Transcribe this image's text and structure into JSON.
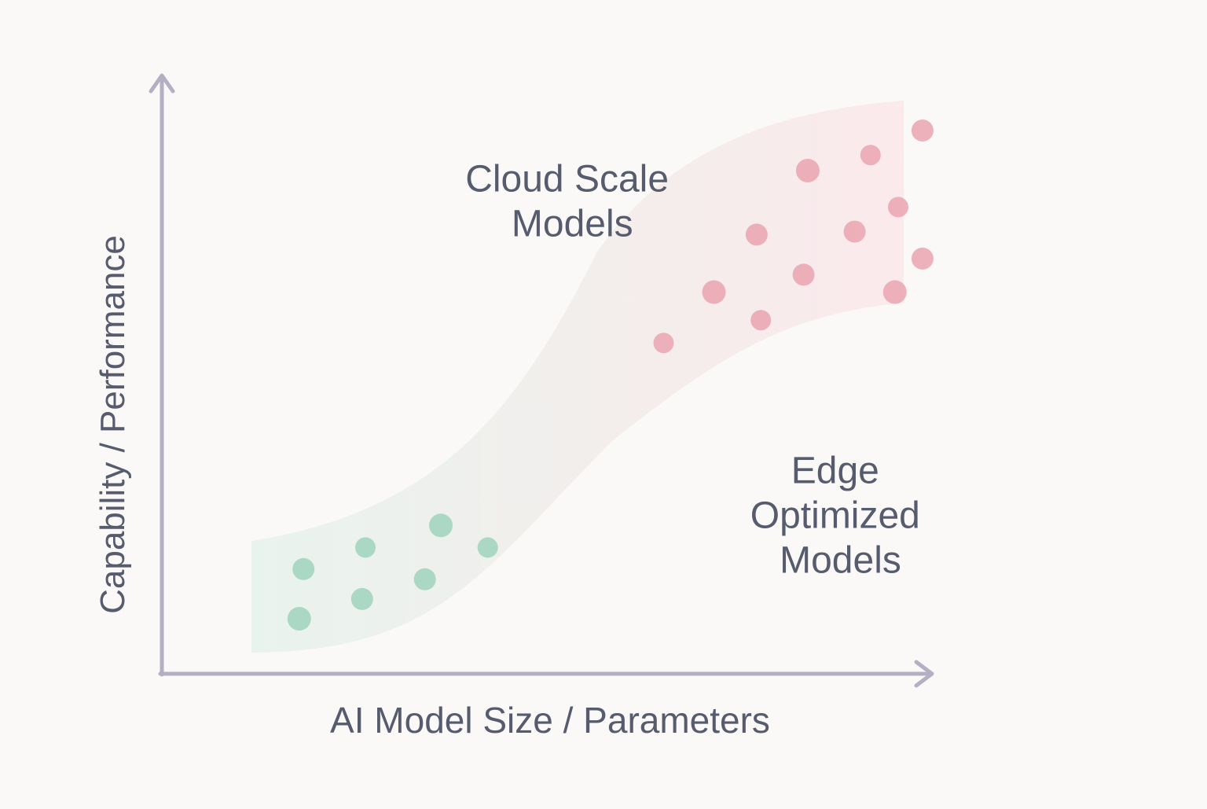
{
  "chart_data": {
    "type": "scatter",
    "title": "",
    "xlabel": "AI Model Size / Parameters",
    "ylabel": "Capability / Performance",
    "x_ticks": "none",
    "y_ticks": "none",
    "grid": false,
    "axis_color": "#b4b0c4",
    "background": "#fbf9f7",
    "band": {
      "start_color": "#e3f1ea",
      "end_color": "#fbe4e8"
    },
    "annotations": [
      {
        "lines": [
          "Cloud Scale",
          "Models"
        ],
        "x": 49.0,
        "y": 79.0
      },
      {
        "lines": [
          "Edge",
          "Optimized",
          "Models"
        ],
        "x": 81.0,
        "y": 26.5
      }
    ],
    "series": [
      {
        "color": "#9fd3bc",
        "points": [
          {
            "x": 16.9,
            "y": 17.5
          },
          {
            "x": 24.3,
            "y": 21.1
          },
          {
            "x": 33.3,
            "y": 24.8
          },
          {
            "x": 38.9,
            "y": 21.1
          },
          {
            "x": 31.4,
            "y": 15.8
          },
          {
            "x": 23.9,
            "y": 12.5
          },
          {
            "x": 16.4,
            "y": 9.2
          }
        ]
      },
      {
        "color": "#eaa5b2",
        "points": [
          {
            "x": 59.9,
            "y": 55.3
          },
          {
            "x": 65.9,
            "y": 63.8
          },
          {
            "x": 71.5,
            "y": 59.1
          },
          {
            "x": 71.0,
            "y": 73.4
          },
          {
            "x": 76.6,
            "y": 66.7
          },
          {
            "x": 77.1,
            "y": 84.1
          },
          {
            "x": 82.7,
            "y": 73.9
          },
          {
            "x": 84.6,
            "y": 86.7
          },
          {
            "x": 87.5,
            "y": 63.8
          },
          {
            "x": 87.9,
            "y": 78.0
          },
          {
            "x": 90.8,
            "y": 90.8
          },
          {
            "x": 90.8,
            "y": 69.4
          }
        ]
      }
    ]
  }
}
